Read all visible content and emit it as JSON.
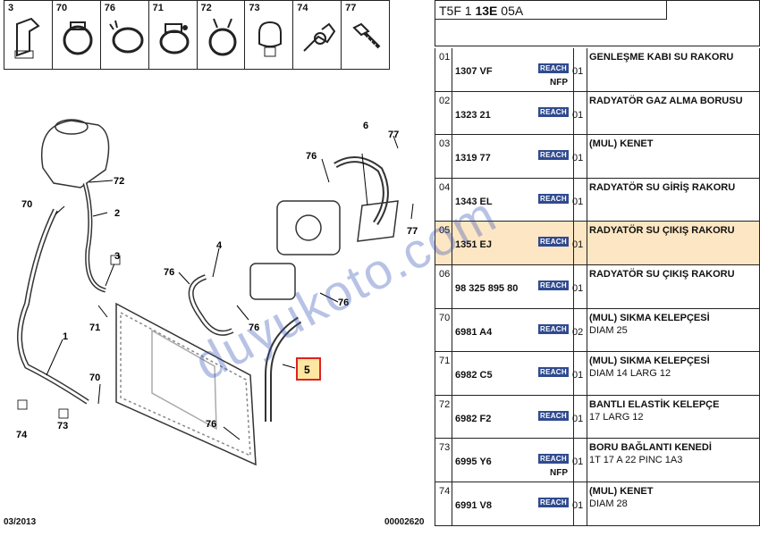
{
  "header": {
    "prefix": "T5F 1 ",
    "bold": "13E",
    "suffix": " 05A"
  },
  "icons": [
    {
      "num": "3",
      "icon": "clip-bracket-icon"
    },
    {
      "num": "70",
      "icon": "hose-clamp-icon"
    },
    {
      "num": "76",
      "icon": "spring-clamp-icon"
    },
    {
      "num": "71",
      "icon": "screw-clamp-icon"
    },
    {
      "num": "72",
      "icon": "band-clamp-icon"
    },
    {
      "num": "73",
      "icon": "pipe-clip-icon"
    },
    {
      "num": "74",
      "icon": "hose-clip-icon"
    },
    {
      "num": "77",
      "icon": "bolt-icon"
    }
  ],
  "diagram_labels": {
    "l6": "6",
    "l77a": "77",
    "l76a": "76",
    "l72": "72",
    "l70a": "70",
    "l2": "2",
    "l3": "3",
    "l4": "4",
    "l76b": "76",
    "l71": "71",
    "l76c": "76",
    "l76d": "76",
    "l77b": "77",
    "l1": "1",
    "l70b": "70",
    "l5": "5",
    "l74": "74",
    "l73": "73",
    "l76e": "76"
  },
  "footer": {
    "left": "03/2013",
    "right": "00002620"
  },
  "watermark": "duyukoto.com",
  "reach_label": "REACH",
  "rows": [
    {
      "idx": "01",
      "ref": "1307 VF",
      "qty": "01",
      "nfp": "NFP",
      "desc": "GENLEŞME KABI SU RAKORU",
      "desc2": ""
    },
    {
      "idx": "02",
      "ref": "1323 21",
      "qty": "01",
      "nfp": "",
      "desc": "RADYATÖR GAZ ALMA BORUSU",
      "desc2": ""
    },
    {
      "idx": "03",
      "ref": "1319 77",
      "qty": "01",
      "nfp": "",
      "desc": "(MUL) KENET",
      "desc2": ""
    },
    {
      "idx": "04",
      "ref": "1343 EL",
      "qty": "01",
      "nfp": "",
      "desc": "RADYATÖR SU GİRİŞ RAKORU",
      "desc2": ""
    },
    {
      "idx": "05",
      "ref": "1351 EJ",
      "qty": "01",
      "nfp": "",
      "desc": "RADYATÖR SU ÇIKIŞ RAKORU",
      "desc2": "",
      "highlight": true
    },
    {
      "idx": "06",
      "ref": "98 325 895 80",
      "qty": "01",
      "nfp": "",
      "desc": "RADYATÖR SU ÇIKIŞ RAKORU",
      "desc2": ""
    },
    {
      "idx": "70",
      "ref": "6981 A4",
      "qty": "02",
      "nfp": "",
      "desc": "(MUL) SIKMA KELEPÇESİ",
      "desc2": "DIAM 25"
    },
    {
      "idx": "71",
      "ref": "6982 C5",
      "qty": "01",
      "nfp": "",
      "desc": "(MUL) SIKMA KELEPÇESİ",
      "desc2": "DIAM 14 LARG 12"
    },
    {
      "idx": "72",
      "ref": "6982 F2",
      "qty": "01",
      "nfp": "",
      "desc": "BANTLI ELASTİK KELEPÇE",
      "desc2": "17 LARG 12"
    },
    {
      "idx": "73",
      "ref": "6995 Y6",
      "qty": "01",
      "nfp": "NFP",
      "desc": "BORU BAĞLANTI KENEDİ",
      "desc2": "1T 17 A 22 PINC 1A3"
    },
    {
      "idx": "74",
      "ref": "6991 V8",
      "qty": "01",
      "nfp": "",
      "desc": "(MUL) KENET",
      "desc2": "DIAM 28"
    }
  ]
}
